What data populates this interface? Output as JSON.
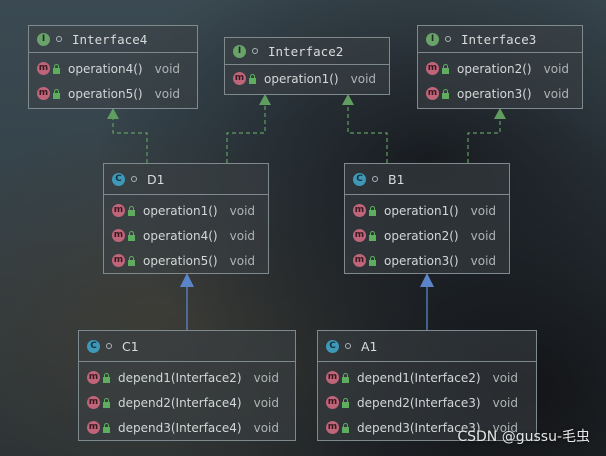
{
  "colors": {
    "realization_line": "#5f9e5f",
    "inheritance_line": "#5b85c8",
    "interface_badge": "#6aa36a",
    "class_badge": "#3e98b8",
    "method_badge": "#c0647a"
  },
  "boxes": {
    "interface4": {
      "badge": "I",
      "name": "Interface4",
      "methods": [
        {
          "name": "operation4()",
          "type": "void"
        },
        {
          "name": "operation5()",
          "type": "void"
        }
      ]
    },
    "interface2": {
      "badge": "I",
      "name": "Interface2",
      "methods": [
        {
          "name": "operation1()",
          "type": "void"
        }
      ]
    },
    "interface3": {
      "badge": "I",
      "name": "Interface3",
      "methods": [
        {
          "name": "operation2()",
          "type": "void"
        },
        {
          "name": "operation3()",
          "type": "void"
        }
      ]
    },
    "d1": {
      "badge": "C",
      "name": "D1",
      "methods": [
        {
          "name": "operation1()",
          "type": "void"
        },
        {
          "name": "operation4()",
          "type": "void"
        },
        {
          "name": "operation5()",
          "type": "void"
        }
      ]
    },
    "b1": {
      "badge": "C",
      "name": "B1",
      "methods": [
        {
          "name": "operation1()",
          "type": "void"
        },
        {
          "name": "operation2()",
          "type": "void"
        },
        {
          "name": "operation3()",
          "type": "void"
        }
      ]
    },
    "c1": {
      "badge": "C",
      "name": "C1",
      "methods": [
        {
          "name": "depend1(Interface2)",
          "type": "void"
        },
        {
          "name": "depend2(Interface4)",
          "type": "void"
        },
        {
          "name": "depend3(Interface4)",
          "type": "void"
        }
      ]
    },
    "a1": {
      "badge": "C",
      "name": "A1",
      "methods": [
        {
          "name": "depend1(Interface2)",
          "type": "void"
        },
        {
          "name": "depend2(Interface3)",
          "type": "void"
        },
        {
          "name": "depend3(Interface3)",
          "type": "void"
        }
      ]
    }
  },
  "method_badge": "m",
  "watermark": "CSDN @gussu-毛虫"
}
